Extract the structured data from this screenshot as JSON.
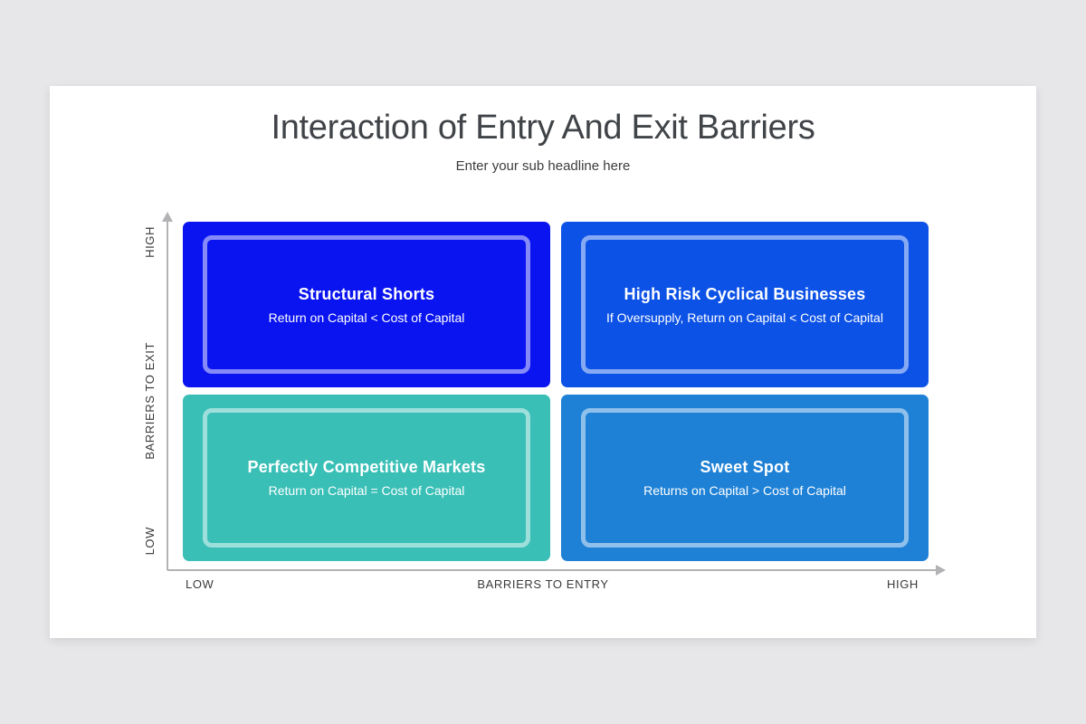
{
  "slide": {
    "title": "Interaction of Entry And Exit Barriers",
    "subtitle": "Enter your sub headline here"
  },
  "matrix": {
    "quadrants": [
      {
        "position": "top-left",
        "title": "Structural Shorts",
        "description": "Return on Capital < Cost of Capital",
        "color": "#0a14f0"
      },
      {
        "position": "top-right",
        "title": "High Risk Cyclical Businesses",
        "description": "If Oversupply, Return on Capital < Cost of Capital",
        "color": "#0c52e6"
      },
      {
        "position": "bottom-left",
        "title": "Perfectly Competitive Markets",
        "description": "Return on Capital = Cost of Capital",
        "color": "#39bfb6"
      },
      {
        "position": "bottom-right",
        "title": "Sweet Spot",
        "description": "Returns on Capital > Cost of Capital",
        "color": "#1e81d6"
      }
    ],
    "y_axis": {
      "label": "BARRIERS TO EXIT",
      "top_label": "HIGH",
      "bottom_label": "LOW"
    },
    "x_axis": {
      "label": "BARRIERS TO ENTRY",
      "left_label": "LOW",
      "right_label": "HIGH"
    }
  },
  "colors": {
    "canvas_background": "#e7e7ea",
    "slide_background": "#ffffff",
    "axis_line": "#b3b3b6",
    "title_text": "#404347",
    "quadrant_text": "#ffffff"
  }
}
